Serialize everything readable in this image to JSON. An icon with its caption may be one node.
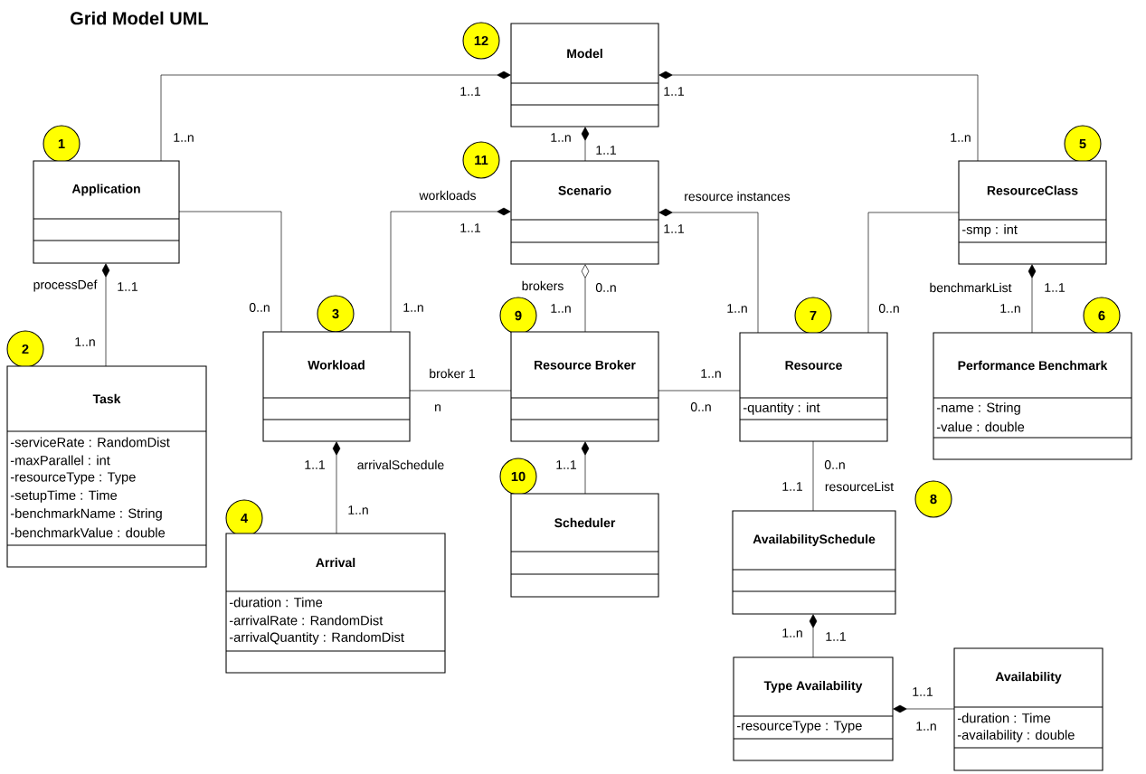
{
  "diagram": {
    "title": "Grid Model UML",
    "nodes": [
      {
        "text": [
          "12"
        ]
      },
      {
        "text": [
          "Model"
        ]
      },
      {
        "text": [
          "1"
        ]
      },
      {
        "text": [
          "Application"
        ]
      },
      {
        "text": [
          "11"
        ]
      },
      {
        "text": [
          "Scenario"
        ]
      },
      {
        "text": [
          "5"
        ]
      },
      {
        "text": [
          "ResourceClass",
          "-smp : int"
        ]
      },
      {
        "text": [
          "2"
        ]
      },
      {
        "text": [
          "Task",
          "-serviceRate : RandomDist",
          "-maxParallel : int",
          "-resourceType : Type",
          "-setupTime : Time",
          "-benchmarkName : String",
          "-benchmarkValue : double"
        ]
      },
      {
        "text": [
          "3"
        ]
      },
      {
        "text": [
          "Workload"
        ]
      },
      {
        "text": [
          "9"
        ]
      },
      {
        "text": [
          "Resource Broker"
        ]
      },
      {
        "text": [
          "7"
        ]
      },
      {
        "text": [
          "Resource",
          "-quantity : int"
        ]
      },
      {
        "text": [
          "6"
        ]
      },
      {
        "text": [
          "Performance Benchmark",
          "-name : String",
          "-value : double"
        ]
      },
      {
        "text": [
          "4"
        ]
      },
      {
        "text": [
          "Arrival",
          "-duration : Time",
          "-arrivalRate : RandomDist",
          "-arrivalQuantity : RandomDist"
        ]
      },
      {
        "text": [
          "10"
        ]
      },
      {
        "text": [
          "Scheduler"
        ]
      },
      {
        "text": [
          "8"
        ]
      },
      {
        "text": [
          "AvailabilitySchedule"
        ]
      },
      {
        "text": [
          "Type Availability",
          "-resourceType : Type"
        ]
      },
      {
        "text": [
          "Availability",
          "-duration : Time",
          "-availability : double"
        ]
      }
    ],
    "edges": [
      {
        "from": 1,
        "to": 3,
        "arrow": "other"
      },
      {
        "from": 1,
        "to": 7,
        "arrow": "other"
      },
      {
        "from": 1,
        "to": 5,
        "arrow": "other"
      },
      {
        "from": 3,
        "to": 9,
        "arrow": "other",
        "label": "processDef"
      },
      {
        "from": 3,
        "to": 11,
        "arrow": "none"
      },
      {
        "from": 5,
        "to": 11,
        "arrow": "other",
        "label": "workloads"
      },
      {
        "from": 5,
        "to": 15,
        "arrow": "other",
        "label": "resource instances"
      },
      {
        "from": 5,
        "to": 13,
        "arrow": "other",
        "label": "brokers"
      },
      {
        "from": 7,
        "to": 15,
        "arrow": "none"
      },
      {
        "from": 7,
        "to": 17,
        "arrow": "other",
        "label": "benchmarkList"
      },
      {
        "from": 11,
        "to": 13,
        "arrow": "none",
        "label": "broker 1"
      },
      {
        "from": 13,
        "to": 15,
        "arrow": "none"
      },
      {
        "from": 11,
        "to": 19,
        "arrow": "other",
        "label": "arrivalSchedule"
      },
      {
        "from": 13,
        "to": 21,
        "arrow": "other"
      },
      {
        "from": 15,
        "to": 23,
        "arrow": "none",
        "label": "resourceList"
      },
      {
        "from": 23,
        "to": 24,
        "arrow": "other"
      },
      {
        "from": 24,
        "to": 25,
        "arrow": "other"
      }
    ],
    "labels": [
      "1..1",
      "1..1",
      "1..n",
      "1..n",
      "1..1",
      "1..n",
      "1..1",
      "1..1",
      "1..1",
      "1..n",
      "0..n",
      "1..n",
      "0..n",
      "1..n",
      "1..n",
      "0..n",
      "1..1",
      "1..n",
      "1..n",
      "n",
      "0..n",
      "1..1",
      "1..n",
      "1..1",
      "0..n",
      "1..1",
      "1..n",
      "1..1",
      "1..1",
      "1..n"
    ]
  }
}
